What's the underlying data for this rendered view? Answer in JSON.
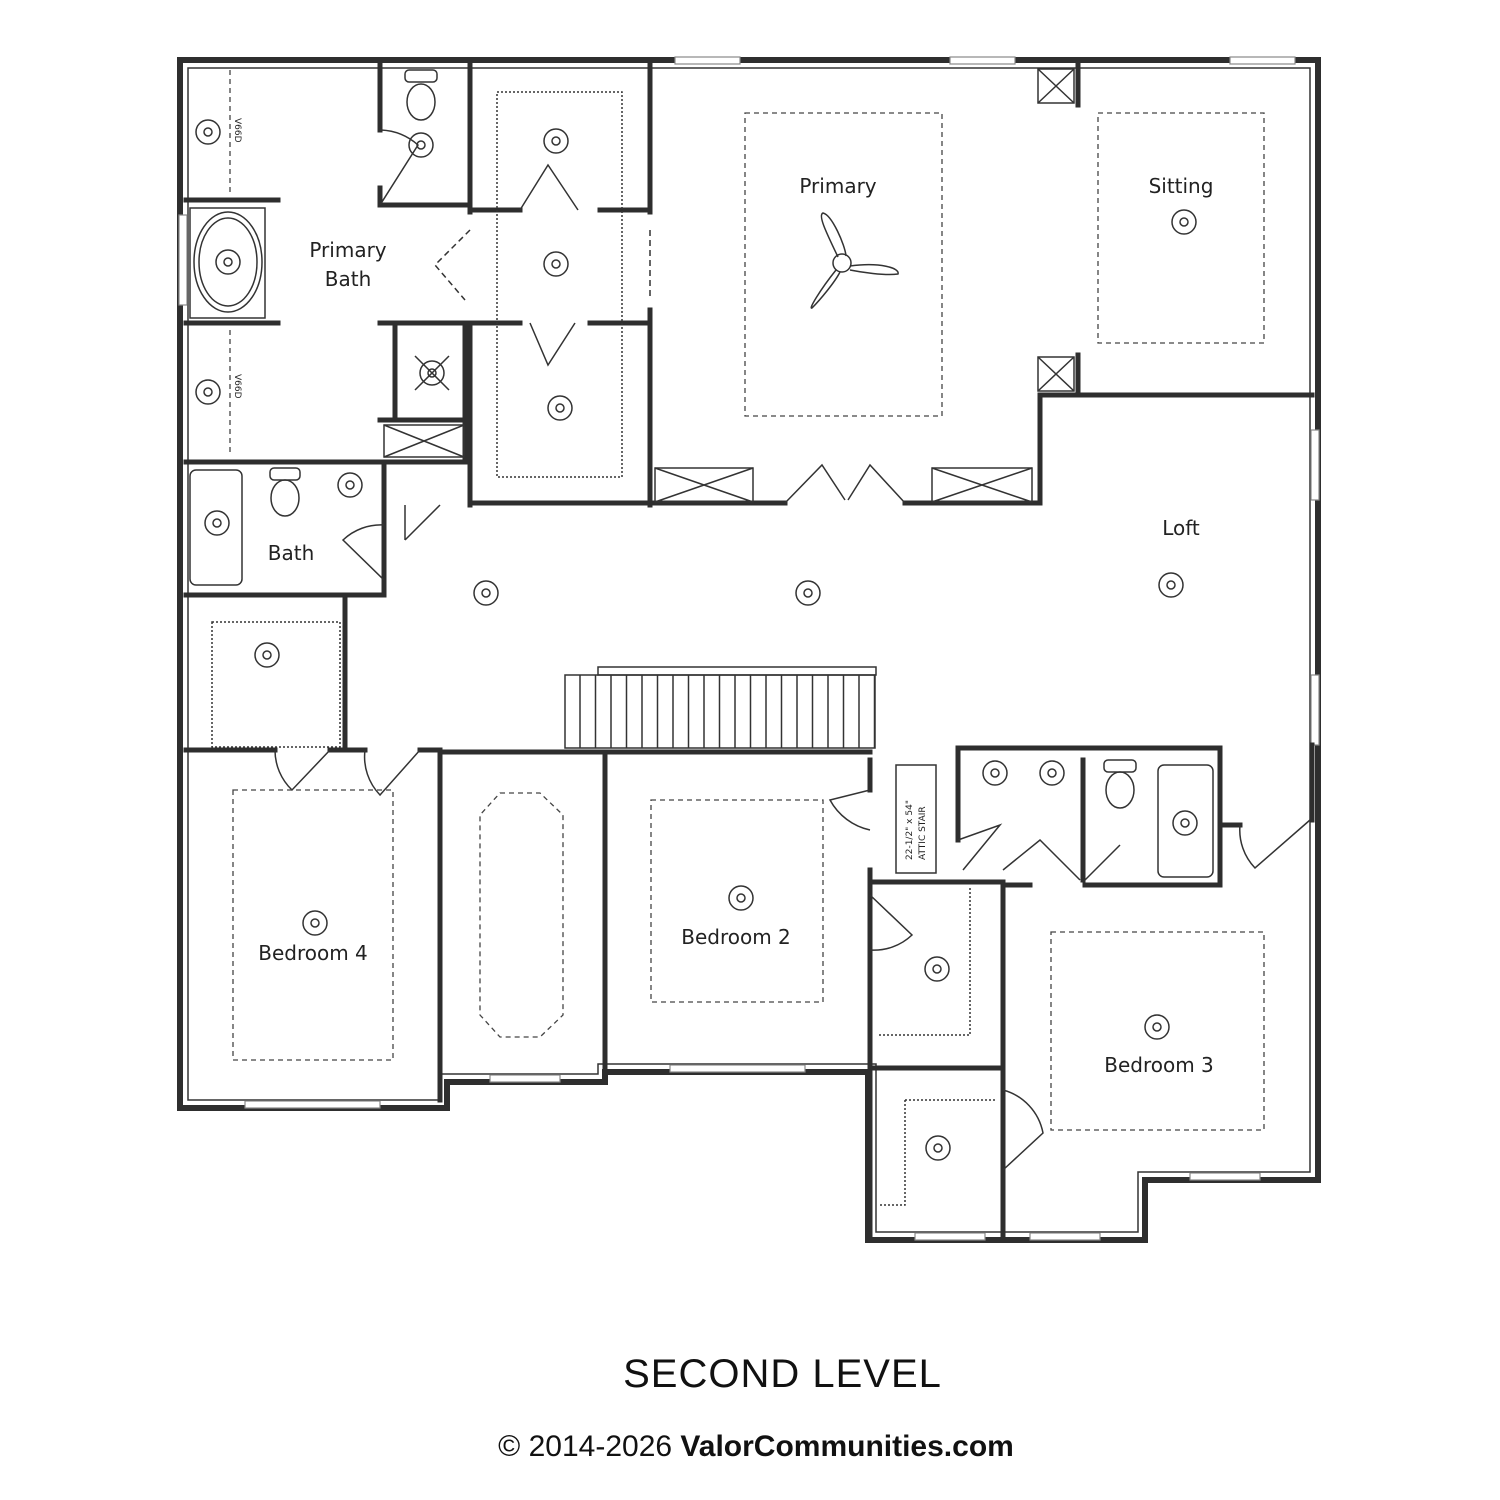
{
  "plan": {
    "rooms": {
      "primary": "Primary",
      "sitting": "Sitting",
      "primary_bath_line1": "Primary",
      "primary_bath_line2": "Bath",
      "bath": "Bath",
      "loft": "Loft",
      "bedroom4": "Bedroom 4",
      "bedroom2": "Bedroom 2",
      "bedroom3": "Bedroom 3"
    },
    "annotations": {
      "vanity_top": "V66D",
      "vanity_bottom": "V66D",
      "attic_size": "22-1/2\" x 54\"",
      "attic_label": "ATTIC STAIR"
    }
  },
  "footer": {
    "title": "SECOND LEVEL",
    "copyright": "© 2014-2026",
    "site": "ValorCommunities.com"
  }
}
